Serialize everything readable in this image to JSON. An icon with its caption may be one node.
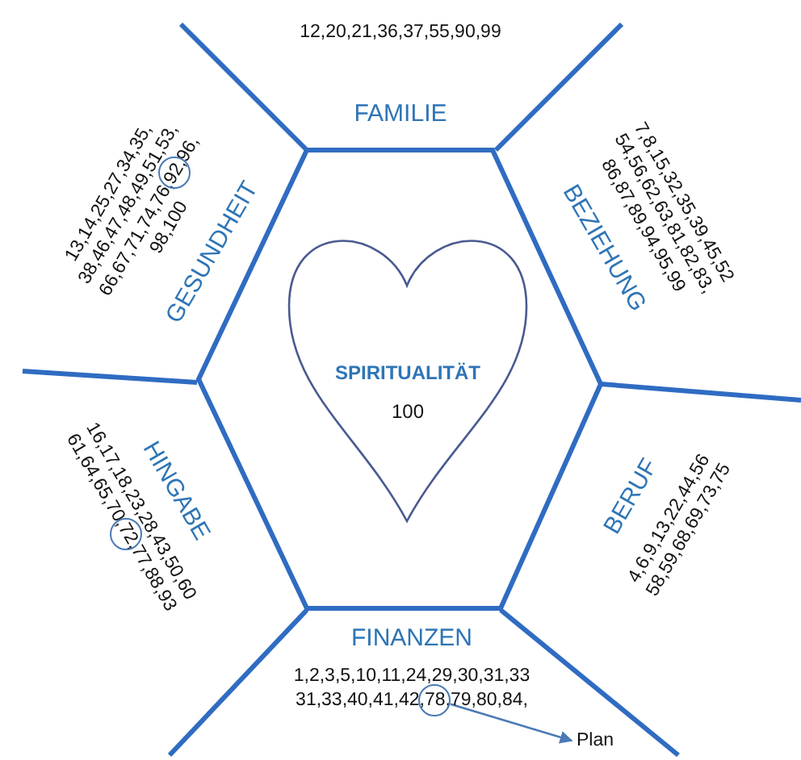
{
  "diagram": {
    "nodes": [
      {
        "text": [],
        "shape": "hexagon"
      },
      {
        "text": [
          "SPIRITUALITÄT",
          "100"
        ],
        "in": 0
      },
      {
        "text": [
          "12,20,21,36,37,55,90,99",
          "FAMILIE"
        ]
      },
      {
        "text": [
          "GESUNDHEIT",
          "13,14,25,27,34,35, 38,46,47,48,49,51,53, 66,67,71,74,76,92,96, 98,100"
        ]
      },
      {
        "text": [
          "BEZIEHUNG",
          "7,8,15,32,35,39,45,52 54,56,62,63,81,82,83, 86,87,89,94,95,99"
        ]
      },
      {
        "text": [
          "HINGABE",
          "16,17,18,23,28,43,50,60 61,64,65,70,72,77,88,93"
        ]
      },
      {
        "text": [
          "BERUF",
          "4,6,9,13,22,44,56 58,59,68,69,73,75"
        ]
      },
      {
        "text": [
          "FINANZEN",
          "1,2,3,5,10,11,24,29,30,31,33 31,33,40,41,42,78,79,80,84,"
        ]
      },
      {
        "text": [],
        "shape": "circle"
      },
      {
        "text": [
          "Plan"
        ]
      }
    ],
    "edges": [
      {
        "from": 8,
        "to": 9,
        "arrow": "to"
      }
    ]
  }
}
